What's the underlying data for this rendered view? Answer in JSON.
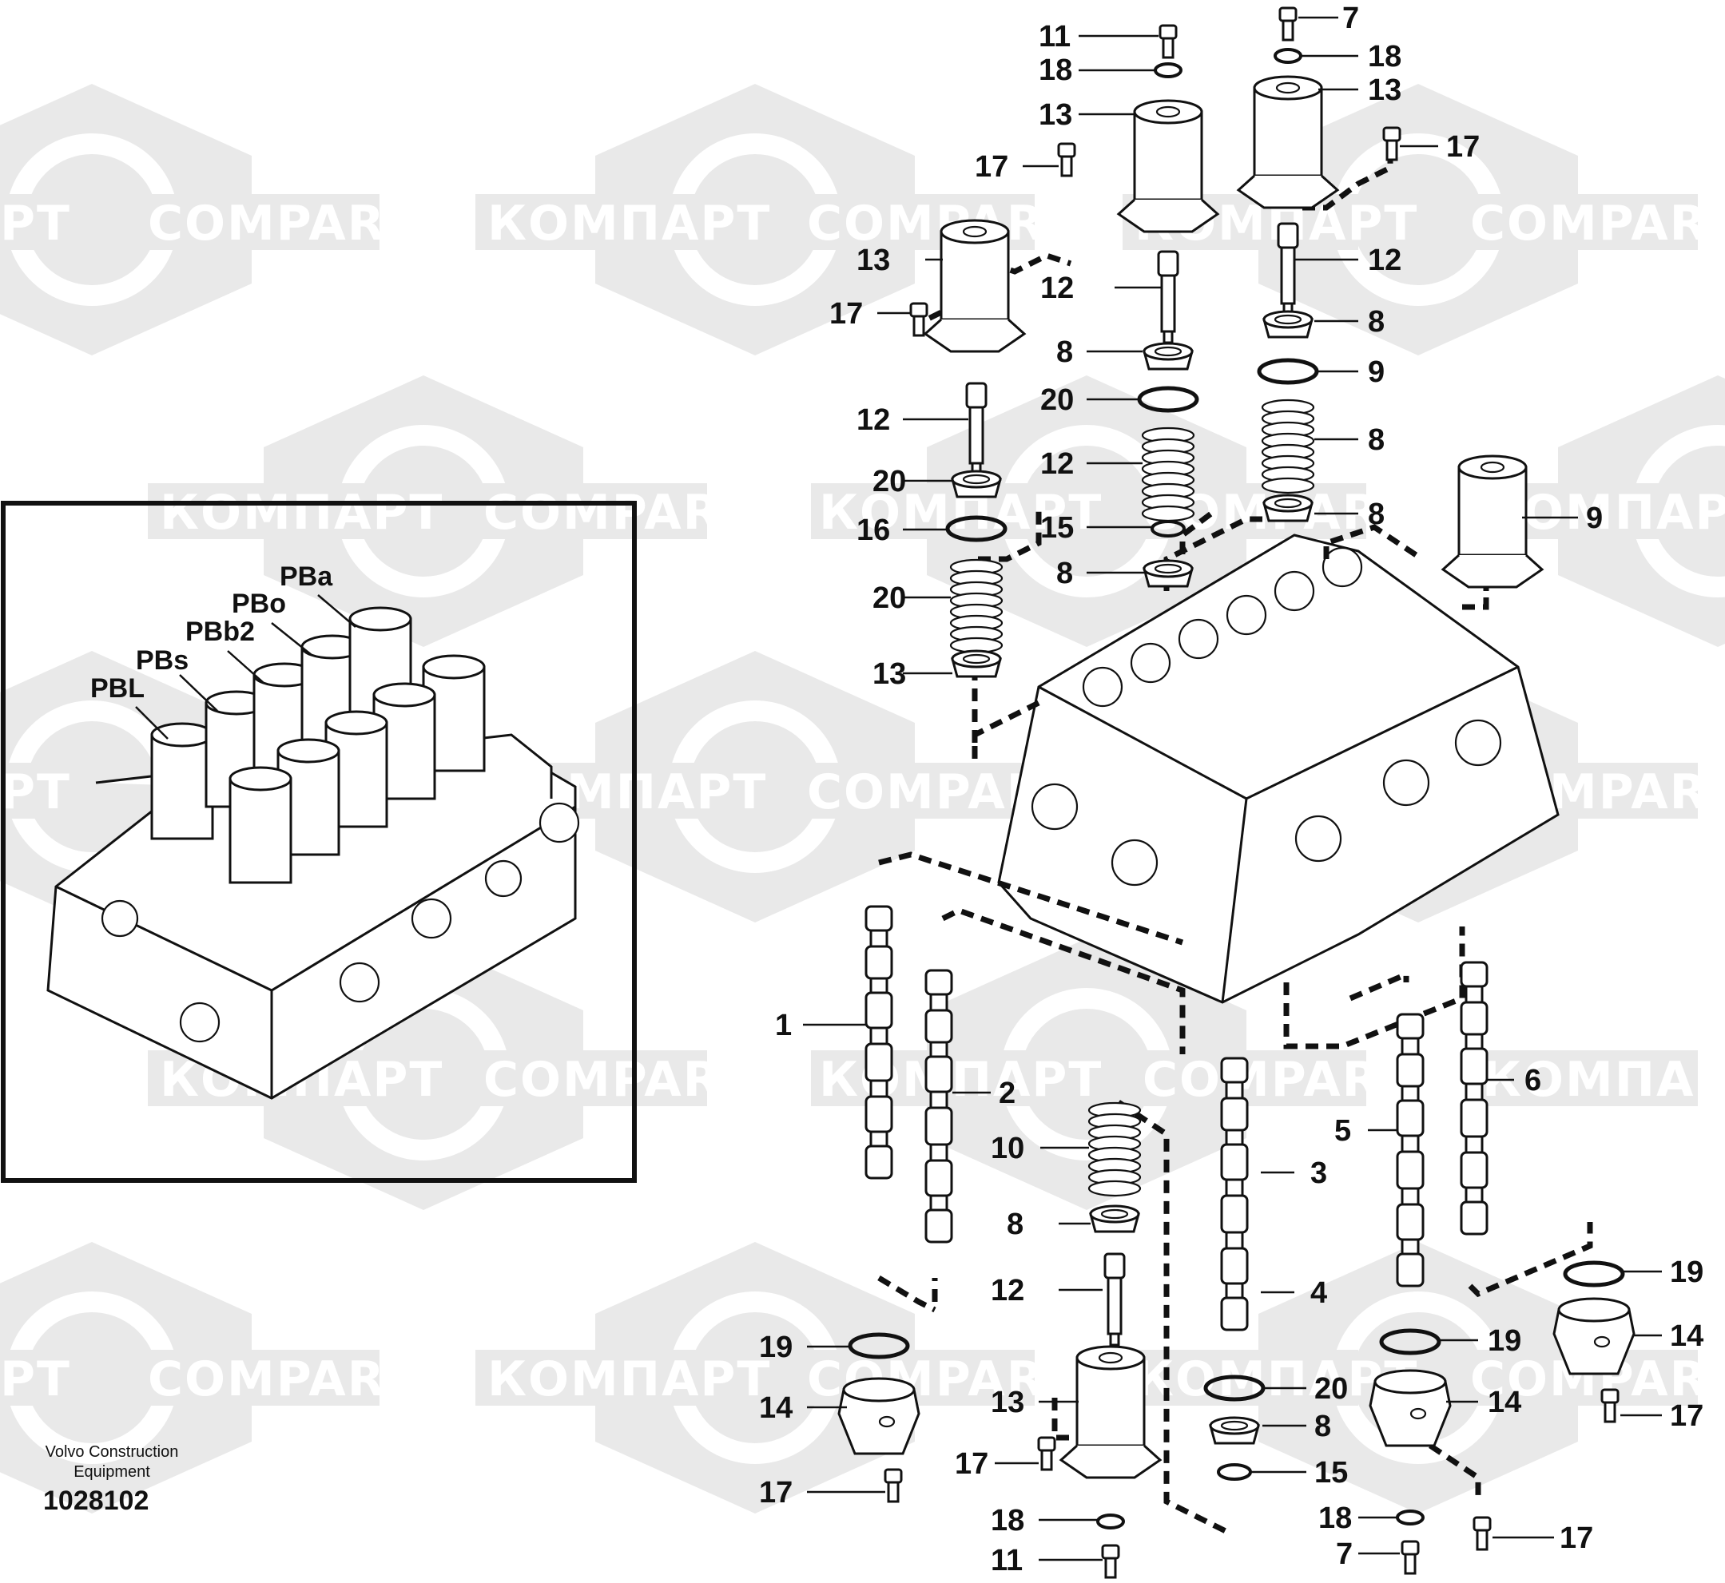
{
  "watermark": {
    "brand_latin": "COMPART",
    "brand_cyrillic": "КОМПАРТ",
    "fragment": "PT"
  },
  "inset": {
    "labels": [
      "PBa",
      "PBo",
      "PBb2",
      "PBs",
      "PBL"
    ]
  },
  "callouts": [
    {
      "id": "c11t",
      "text": "11"
    },
    {
      "id": "c18t",
      "text": "18"
    },
    {
      "id": "c13a",
      "text": "13"
    },
    {
      "id": "c17a",
      "text": "17"
    },
    {
      "id": "c7t",
      "text": "7"
    },
    {
      "id": "c18b",
      "text": "18"
    },
    {
      "id": "c13b",
      "text": "13"
    },
    {
      "id": "c17b",
      "text": "17"
    },
    {
      "id": "c13c",
      "text": "13"
    },
    {
      "id": "c17c",
      "text": "17"
    },
    {
      "id": "c12a",
      "text": "12"
    },
    {
      "id": "c12b",
      "text": "12"
    },
    {
      "id": "c12c",
      "text": "12"
    },
    {
      "id": "c8a",
      "text": "8"
    },
    {
      "id": "c8b",
      "text": "8"
    },
    {
      "id": "c20a",
      "text": "20"
    },
    {
      "id": "c20b",
      "text": "20"
    },
    {
      "id": "c9a",
      "text": "9"
    },
    {
      "id": "c16",
      "text": "16"
    },
    {
      "id": "c12d",
      "text": "12"
    },
    {
      "id": "c8c",
      "text": "8"
    },
    {
      "id": "c20c",
      "text": "20"
    },
    {
      "id": "c15a",
      "text": "15"
    },
    {
      "id": "c8d",
      "text": "8"
    },
    {
      "id": "c8e",
      "text": "8"
    },
    {
      "id": "c13d",
      "text": "13"
    },
    {
      "id": "c9b",
      "text": "9"
    },
    {
      "id": "c8f",
      "text": "8"
    },
    {
      "id": "c1",
      "text": "1"
    },
    {
      "id": "c2",
      "text": "2"
    },
    {
      "id": "c3",
      "text": "3"
    },
    {
      "id": "c4",
      "text": "4"
    },
    {
      "id": "c5",
      "text": "5"
    },
    {
      "id": "c6",
      "text": "6"
    },
    {
      "id": "c10",
      "text": "10"
    },
    {
      "id": "c8g",
      "text": "8"
    },
    {
      "id": "c12e",
      "text": "12"
    },
    {
      "id": "c19a",
      "text": "19"
    },
    {
      "id": "c14a",
      "text": "14"
    },
    {
      "id": "c17d",
      "text": "17"
    },
    {
      "id": "c13e",
      "text": "13"
    },
    {
      "id": "c17e",
      "text": "17"
    },
    {
      "id": "c18c",
      "text": "18"
    },
    {
      "id": "c11b",
      "text": "11"
    },
    {
      "id": "c20d",
      "text": "20"
    },
    {
      "id": "c8h",
      "text": "8"
    },
    {
      "id": "c15b",
      "text": "15"
    },
    {
      "id": "c19b",
      "text": "19"
    },
    {
      "id": "c14b",
      "text": "14"
    },
    {
      "id": "c18d",
      "text": "18"
    },
    {
      "id": "c7b",
      "text": "7"
    },
    {
      "id": "c17f",
      "text": "17"
    },
    {
      "id": "c19c",
      "text": "19"
    },
    {
      "id": "c14c",
      "text": "14"
    },
    {
      "id": "c17g",
      "text": "17"
    }
  ],
  "credit": {
    "line1": "Volvo Construction",
    "line2": "Equipment",
    "doc_number": "1028102"
  },
  "colors": {
    "watermark_gray": "#e9e9e9",
    "line": "#111111",
    "background": "#ffffff"
  }
}
